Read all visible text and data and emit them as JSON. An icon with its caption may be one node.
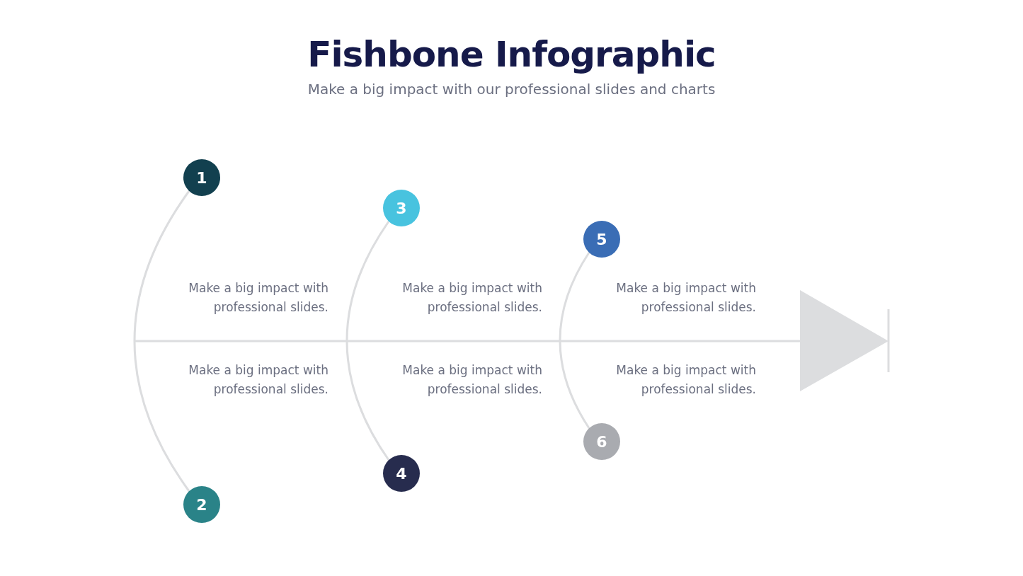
{
  "diagram": {
    "title": "Fishbone Infographic",
    "nodes": [
      {
        "text": [
          "1"
        ]
      },
      {
        "text": [
          "2"
        ]
      },
      {
        "text": [
          "3"
        ]
      },
      {
        "text": [
          "4"
        ]
      },
      {
        "text": [
          "5"
        ]
      },
      {
        "text": [
          "6"
        ]
      },
      {
        "text": [],
        "shape": "triangle"
      }
    ],
    "edges": [
      {
        "from": 0,
        "to": 1,
        "arrow": "none"
      },
      {
        "from": 2,
        "to": 3,
        "arrow": "none"
      },
      {
        "from": 4,
        "to": 5,
        "arrow": "none"
      },
      {
        "from": null,
        "to": 6,
        "arrow": "none"
      }
    ],
    "labels": [
      "Make a big impact with our professional slides and charts",
      "Make a big impact with professional slides.",
      "Make a big impact with professional slides.",
      "Make a big impact with professional slides.",
      "Make a big impact with professional slides.",
      "Make a big impact with professional slides.",
      "Make a big impact with professional slides."
    ]
  }
}
